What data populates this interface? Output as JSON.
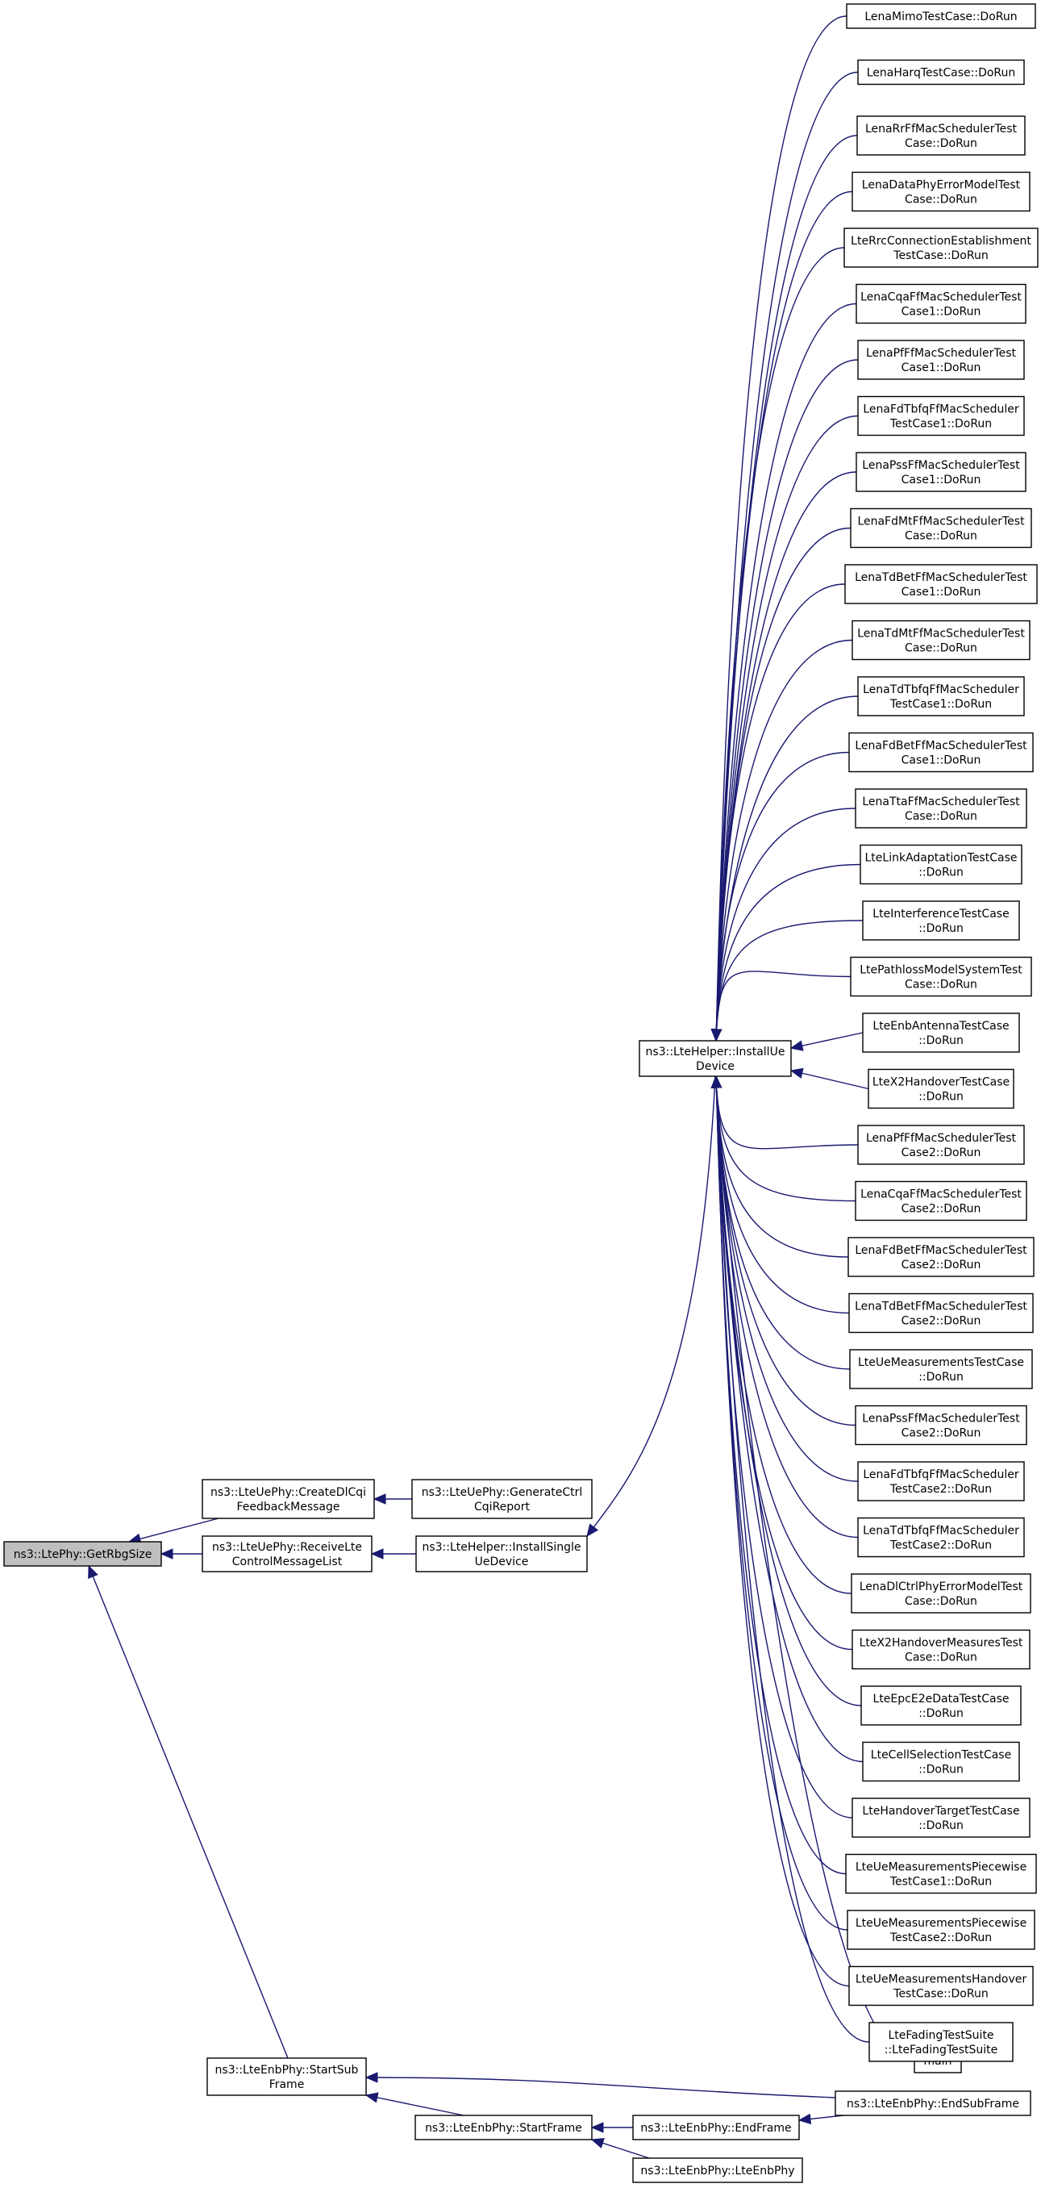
{
  "diagram": {
    "type": "caller-graph",
    "edge_color": "#191970",
    "focus_fill": "#bfbfbf",
    "nodes": [
      {
        "id": "getrbg",
        "lines": [
          "ns3::LtePhy::GetRbgSize"
        ],
        "focus": true
      },
      {
        "id": "createdl",
        "lines": [
          "ns3::LteUePhy::CreateDlCqi",
          "FeedbackMessage"
        ]
      },
      {
        "id": "receivelte",
        "lines": [
          "ns3::LteUePhy::ReceiveLte",
          "ControlMessageList"
        ]
      },
      {
        "id": "gencqi",
        "lines": [
          "ns3::LteUePhy::GenerateCtrl",
          "CqiReport"
        ]
      },
      {
        "id": "installsingle",
        "lines": [
          "ns3::LteHelper::InstallSingle",
          "UeDevice"
        ]
      },
      {
        "id": "installue",
        "lines": [
          "ns3::LteHelper::InstallUe",
          "Device"
        ]
      },
      {
        "id": "startsub",
        "lines": [
          "ns3::LteEnbPhy::StartSub",
          "Frame"
        ]
      },
      {
        "id": "startframe",
        "lines": [
          "ns3::LteEnbPhy::StartFrame"
        ]
      },
      {
        "id": "endframe",
        "lines": [
          "ns3::LteEnbPhy::EndFrame"
        ]
      },
      {
        "id": "enbphyctor",
        "lines": [
          "ns3::LteEnbPhy::LteEnbPhy"
        ]
      },
      {
        "id": "endsubframe",
        "lines": [
          "ns3::LteEnbPhy::EndSubFrame"
        ]
      },
      {
        "id": "main",
        "lines": [
          "main"
        ]
      },
      {
        "id": "t01",
        "lines": [
          "LenaMimoTestCase::DoRun"
        ]
      },
      {
        "id": "t02",
        "lines": [
          "LenaHarqTestCase::DoRun"
        ]
      },
      {
        "id": "t03",
        "lines": [
          "LenaRrFfMacSchedulerTest",
          "Case::DoRun"
        ]
      },
      {
        "id": "t04",
        "lines": [
          "LenaDataPhyErrorModelTest",
          "Case::DoRun"
        ]
      },
      {
        "id": "t05",
        "lines": [
          "LteRrcConnectionEstablishment",
          "TestCase::DoRun"
        ]
      },
      {
        "id": "t06",
        "lines": [
          "LenaCqaFfMacSchedulerTest",
          "Case1::DoRun"
        ]
      },
      {
        "id": "t07",
        "lines": [
          "LenaPfFfMacSchedulerTest",
          "Case1::DoRun"
        ]
      },
      {
        "id": "t08",
        "lines": [
          "LenaFdTbfqFfMacScheduler",
          "TestCase1::DoRun"
        ]
      },
      {
        "id": "t09",
        "lines": [
          "LenaPssFfMacSchedulerTest",
          "Case1::DoRun"
        ]
      },
      {
        "id": "t10",
        "lines": [
          "LenaFdMtFfMacSchedulerTest",
          "Case::DoRun"
        ]
      },
      {
        "id": "t11",
        "lines": [
          "LenaTdBetFfMacSchedulerTest",
          "Case1::DoRun"
        ]
      },
      {
        "id": "t12",
        "lines": [
          "LenaTdMtFfMacSchedulerTest",
          "Case::DoRun"
        ]
      },
      {
        "id": "t13",
        "lines": [
          "LenaTdTbfqFfMacScheduler",
          "TestCase1::DoRun"
        ]
      },
      {
        "id": "t14",
        "lines": [
          "LenaFdBetFfMacSchedulerTest",
          "Case1::DoRun"
        ]
      },
      {
        "id": "t15",
        "lines": [
          "LenaTtaFfMacSchedulerTest",
          "Case::DoRun"
        ]
      },
      {
        "id": "t16",
        "lines": [
          "LteLinkAdaptationTestCase",
          "::DoRun"
        ]
      },
      {
        "id": "t17",
        "lines": [
          "LteInterferenceTestCase",
          "::DoRun"
        ]
      },
      {
        "id": "t18",
        "lines": [
          "LtePathlossModelSystemTest",
          "Case::DoRun"
        ]
      },
      {
        "id": "t19",
        "lines": [
          "LteEnbAntennaTestCase",
          "::DoRun"
        ]
      },
      {
        "id": "t20",
        "lines": [
          "LteX2HandoverTestCase",
          "::DoRun"
        ]
      },
      {
        "id": "t21",
        "lines": [
          "LenaPfFfMacSchedulerTest",
          "Case2::DoRun"
        ]
      },
      {
        "id": "t22",
        "lines": [
          "LenaCqaFfMacSchedulerTest",
          "Case2::DoRun"
        ]
      },
      {
        "id": "t23",
        "lines": [
          "LenaFdBetFfMacSchedulerTest",
          "Case2::DoRun"
        ]
      },
      {
        "id": "t24",
        "lines": [
          "LenaTdBetFfMacSchedulerTest",
          "Case2::DoRun"
        ]
      },
      {
        "id": "t25",
        "lines": [
          "LteUeMeasurementsTestCase",
          "::DoRun"
        ]
      },
      {
        "id": "t26",
        "lines": [
          "LenaPssFfMacSchedulerTest",
          "Case2::DoRun"
        ]
      },
      {
        "id": "t27",
        "lines": [
          "LenaFdTbfqFfMacScheduler",
          "TestCase2::DoRun"
        ]
      },
      {
        "id": "t28",
        "lines": [
          "LenaTdTbfqFfMacScheduler",
          "TestCase2::DoRun"
        ]
      },
      {
        "id": "t29",
        "lines": [
          "LenaDlCtrlPhyErrorModelTest",
          "Case::DoRun"
        ]
      },
      {
        "id": "t30",
        "lines": [
          "LteX2HandoverMeasuresTest",
          "Case::DoRun"
        ]
      },
      {
        "id": "t31",
        "lines": [
          "LteEpcE2eDataTestCase",
          "::DoRun"
        ]
      },
      {
        "id": "t32",
        "lines": [
          "LteCellSelectionTestCase",
          "::DoRun"
        ]
      },
      {
        "id": "t33",
        "lines": [
          "LteHandoverTargetTestCase",
          "::DoRun"
        ]
      },
      {
        "id": "t34",
        "lines": [
          "LteUeMeasurementsPiecewise",
          "TestCase1::DoRun"
        ]
      },
      {
        "id": "t35",
        "lines": [
          "LteUeMeasurementsPiecewise",
          "TestCase2::DoRun"
        ]
      },
      {
        "id": "t36",
        "lines": [
          "LteUeMeasurementsHandover",
          "TestCase::DoRun"
        ]
      },
      {
        "id": "t37",
        "lines": [
          "LteFadingTestSuite",
          "::LteFadingTestSuite"
        ]
      }
    ],
    "edges": [
      [
        "createdl",
        "getrbg"
      ],
      [
        "receivelte",
        "getrbg"
      ],
      [
        "startsub",
        "getrbg"
      ],
      [
        "gencqi",
        "createdl"
      ],
      [
        "installsingle",
        "receivelte"
      ],
      [
        "installue",
        "installsingle"
      ],
      [
        "startframe",
        "startsub"
      ],
      [
        "endsubframe",
        "startsub"
      ],
      [
        "endframe",
        "startframe"
      ],
      [
        "enbphyctor",
        "startframe"
      ],
      [
        "endsubframe",
        "endframe"
      ],
      [
        "main",
        "installue"
      ],
      [
        "t01",
        "installue"
      ],
      [
        "t02",
        "installue"
      ],
      [
        "t03",
        "installue"
      ],
      [
        "t04",
        "installue"
      ],
      [
        "t05",
        "installue"
      ],
      [
        "t06",
        "installue"
      ],
      [
        "t07",
        "installue"
      ],
      [
        "t08",
        "installue"
      ],
      [
        "t09",
        "installue"
      ],
      [
        "t10",
        "installue"
      ],
      [
        "t11",
        "installue"
      ],
      [
        "t12",
        "installue"
      ],
      [
        "t13",
        "installue"
      ],
      [
        "t14",
        "installue"
      ],
      [
        "t15",
        "installue"
      ],
      [
        "t16",
        "installue"
      ],
      [
        "t17",
        "installue"
      ],
      [
        "t18",
        "installue"
      ],
      [
        "t19",
        "installue"
      ],
      [
        "t20",
        "installue"
      ],
      [
        "t21",
        "installue"
      ],
      [
        "t22",
        "installue"
      ],
      [
        "t23",
        "installue"
      ],
      [
        "t24",
        "installue"
      ],
      [
        "t25",
        "installue"
      ],
      [
        "t26",
        "installue"
      ],
      [
        "t27",
        "installue"
      ],
      [
        "t28",
        "installue"
      ],
      [
        "t29",
        "installue"
      ],
      [
        "t30",
        "installue"
      ],
      [
        "t31",
        "installue"
      ],
      [
        "t32",
        "installue"
      ],
      [
        "t33",
        "installue"
      ],
      [
        "t34",
        "installue"
      ],
      [
        "t35",
        "installue"
      ],
      [
        "t36",
        "installue"
      ],
      [
        "t37",
        "installue"
      ]
    ]
  }
}
